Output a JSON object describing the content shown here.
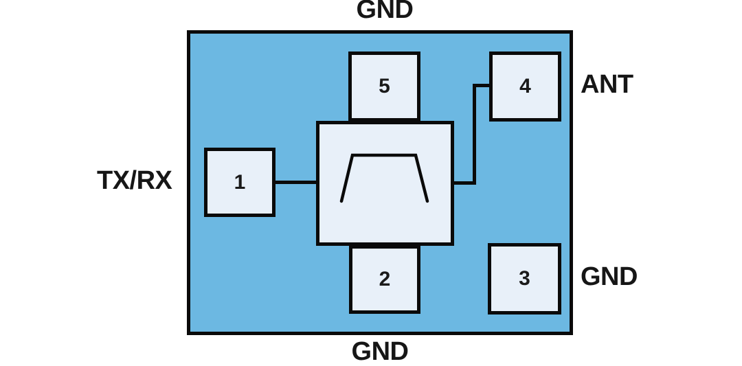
{
  "diagram": {
    "type": "rf-filter-pinout",
    "external_labels": {
      "top": "GND",
      "bottom": "GND",
      "left": "TX/RX",
      "right_upper": "ANT",
      "right_lower": "GND"
    },
    "pads": [
      {
        "number": "1"
      },
      {
        "number": "2"
      },
      {
        "number": "3"
      },
      {
        "number": "4"
      },
      {
        "number": "5"
      }
    ],
    "filter_symbol": "bandpass-trapezoid",
    "colors": {
      "package_fill": "#6CB8E2",
      "pad_fill": "#E8F0F9",
      "outline": "#0A0A0A",
      "background": "#FFFFFF"
    }
  }
}
